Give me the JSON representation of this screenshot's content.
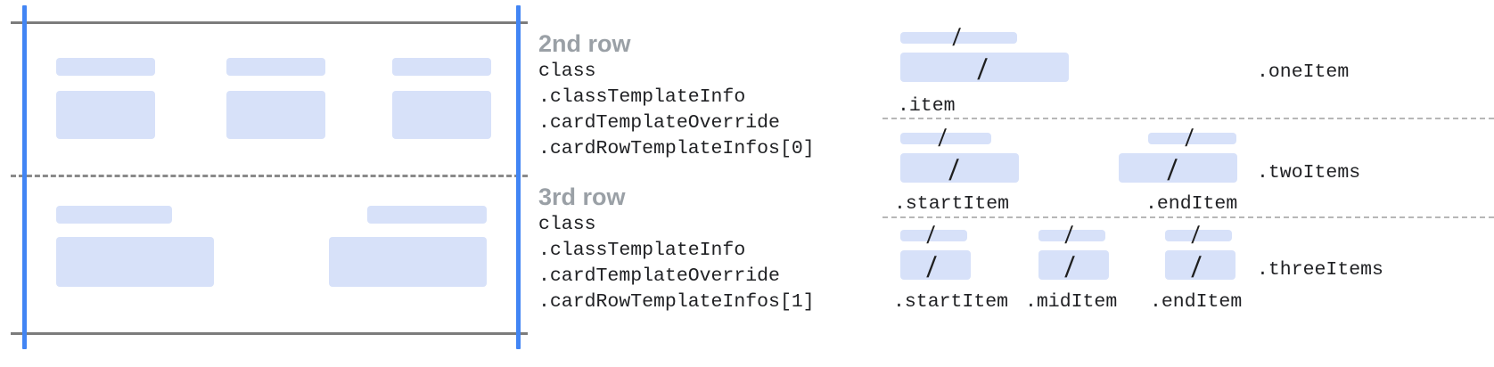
{
  "diagram": {
    "title_row2": "2nd row",
    "title_row3": "3rd row",
    "colors": {
      "placeholder_bar": "#d7e1f9",
      "guide_blue": "#4285f4",
      "guide_gray": "#7c7c7c",
      "title_gray": "#9aa0a6",
      "code_text": "#202124"
    }
  },
  "card_preview": {
    "name": "card-row-preview",
    "row2": {
      "items": [
        {
          "label_bar": true,
          "content_bar": true
        },
        {
          "label_bar": true,
          "content_bar": true
        },
        {
          "label_bar": true,
          "content_bar": true
        }
      ]
    },
    "row3": {
      "items": [
        {
          "label_bar": true,
          "content_bar": true
        },
        {
          "label_bar": true,
          "content_bar": true
        }
      ]
    }
  },
  "annotations": [
    {
      "title": "2nd row",
      "code_lines": [
        "class",
        ".classTemplateInfo",
        ".cardTemplateOverride",
        ".cardRowTemplateInfos[0]"
      ]
    },
    {
      "title": "3rd row",
      "code_lines": [
        "class",
        ".classTemplateInfo",
        ".cardTemplateOverride",
        ".cardRowTemplateInfos[1]"
      ]
    }
  ],
  "item_templates": [
    {
      "group_label": ".oneItem",
      "items": [
        {
          "label": ".item",
          "glyph": "/"
        }
      ]
    },
    {
      "group_label": ".twoItems",
      "items": [
        {
          "label": ".startItem",
          "glyph": "/"
        },
        {
          "label": ".endItem",
          "glyph": "/"
        }
      ]
    },
    {
      "group_label": ".threeItems",
      "items": [
        {
          "label": ".startItem",
          "glyph": "/"
        },
        {
          "label": ".midItem",
          "glyph": "/"
        },
        {
          "label": ".endItem",
          "glyph": "/"
        }
      ]
    }
  ]
}
